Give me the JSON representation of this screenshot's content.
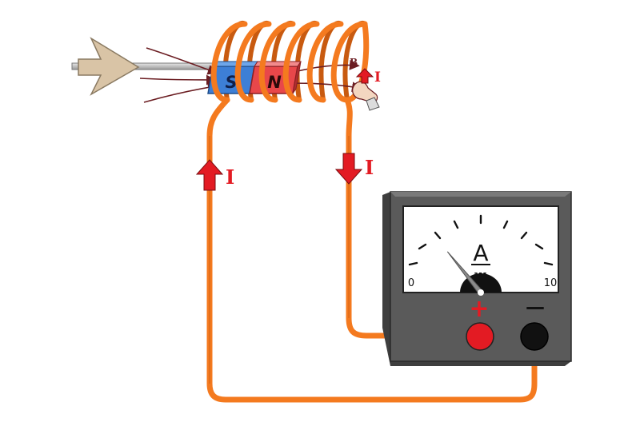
{
  "magnet": {
    "south_label": "S",
    "north_label": "N"
  },
  "field_label": "B",
  "current_label": "I",
  "ammeter": {
    "unit_label": "A",
    "scale_min": "0",
    "scale_max": "10",
    "dc_symbol": "---",
    "plus_label": "+",
    "minus_label": "—",
    "needle_reading": 2.2
  },
  "colors": {
    "wire": "#f47a1f",
    "current_arrow": "#e31b23",
    "magnet_south": "#3d7fd6",
    "magnet_north": "#e8474a",
    "field_lines": "#6b1d22",
    "push_arrow": "#d9c4a6",
    "meter_body": "#5a5a5a",
    "positive_terminal": "#e31b23",
    "negative_terminal": "#111111"
  }
}
